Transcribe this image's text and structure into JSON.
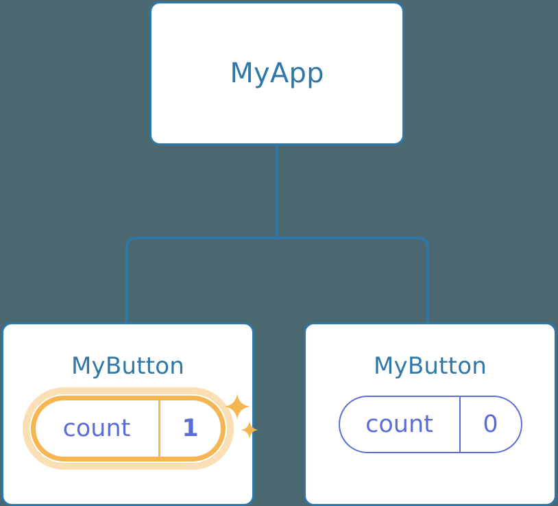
{
  "diagram": {
    "type": "component-tree",
    "background_color": "#4b6870",
    "node_border_color": "#2e77a8",
    "node_title_color": "#2e77a8",
    "connector_color": "#2e77a8",
    "state_color": "#5b6cd8",
    "highlight_color": "#f5b651",
    "highlight_glow_color": "#fadfb4",
    "root": {
      "title": "MyApp"
    },
    "children": [
      {
        "title": "MyButton",
        "state_key": "count",
        "state_value": "1",
        "highlighted": true,
        "sparkle_icons": [
          "sparkle-icon-large",
          "sparkle-icon-small"
        ]
      },
      {
        "title": "MyButton",
        "state_key": "count",
        "state_value": "0",
        "highlighted": false
      }
    ]
  }
}
